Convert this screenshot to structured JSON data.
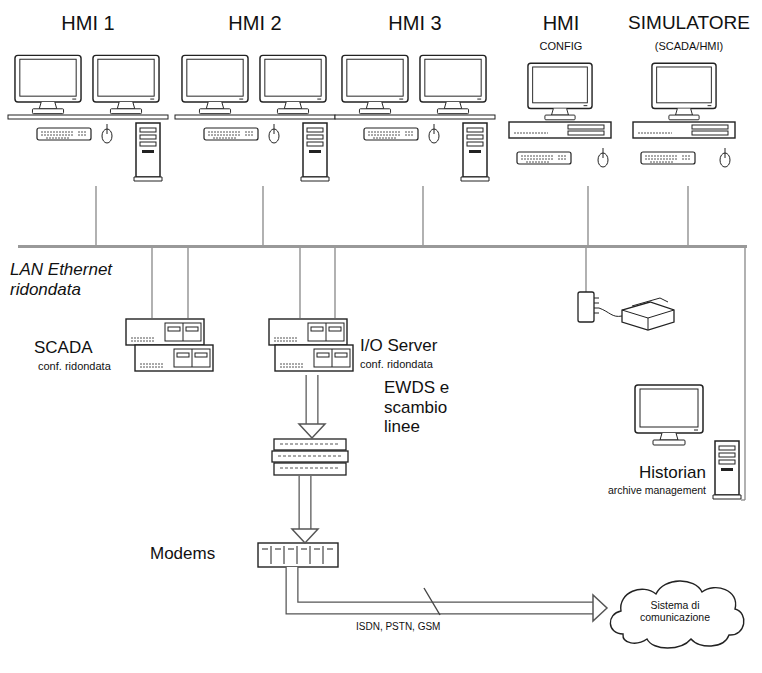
{
  "diagram": {
    "nodes": [
      {
        "text": [
          "HMI 1"
        ]
      },
      {
        "text": [
          "HMI 2"
        ]
      },
      {
        "text": [
          "HMI 3"
        ]
      },
      {
        "text": [
          "HMI",
          "CONFIG"
        ]
      },
      {
        "text": [
          "SIMULATORE",
          "(SCADA/HMI)"
        ]
      },
      {
        "text": [
          "LAN Ethernet ridondata"
        ]
      },
      {
        "text": [
          "SCADA",
          "conf. ridondata"
        ]
      },
      {
        "text": [
          "I/O Server",
          "conf. ridondata"
        ]
      },
      {
        "text": [
          "EWDS e scambio linee"
        ]
      },
      {
        "text": [
          "Historian",
          "archive management"
        ]
      },
      {
        "text": [
          "Modems"
        ]
      },
      {
        "text": [
          "Sistema di comunicazione"
        ]
      }
    ],
    "edges": [
      {
        "from": 0,
        "to": 5,
        "arrow": "none"
      },
      {
        "from": 1,
        "to": 5,
        "arrow": "none"
      },
      {
        "from": 2,
        "to": 5,
        "arrow": "none"
      },
      {
        "from": 3,
        "to": 5,
        "arrow": "none"
      },
      {
        "from": 4,
        "to": 5,
        "arrow": "none"
      },
      {
        "from": 6,
        "to": 5,
        "arrow": "none"
      },
      {
        "from": 6,
        "to": 5,
        "arrow": "none"
      },
      {
        "from": 7,
        "to": 5,
        "arrow": "none"
      },
      {
        "from": 7,
        "to": 5,
        "arrow": "none"
      },
      {
        "from": 9,
        "to": 5,
        "arrow": "none"
      },
      {
        "from": 7,
        "to": 8,
        "arrow": "to"
      },
      {
        "from": 8,
        "to": 10,
        "arrow": "to"
      },
      {
        "from": 10,
        "to": 11,
        "label": "ISDN, PSTN, GSM",
        "arrow": "to"
      }
    ]
  }
}
